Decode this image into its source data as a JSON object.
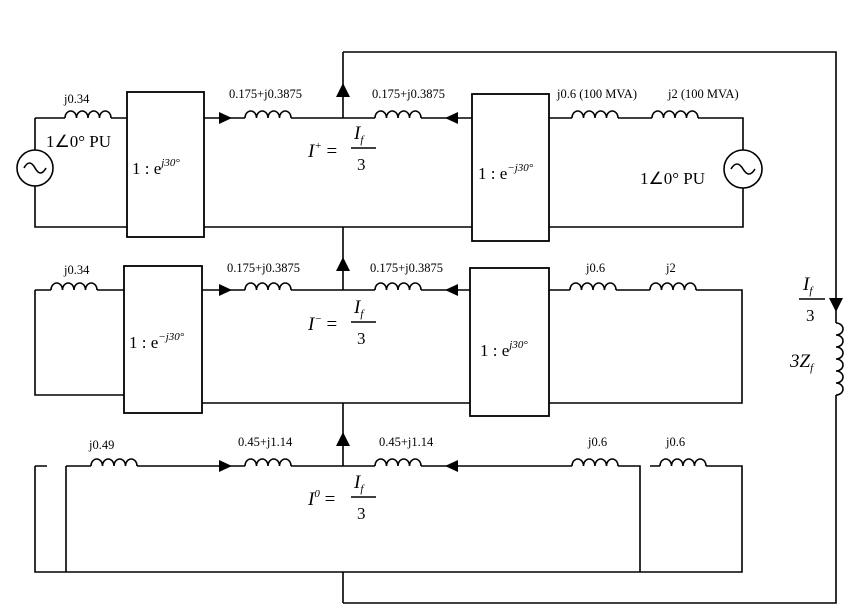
{
  "positive_network": {
    "gen_left": "1∠0° PU",
    "ind_left": "j0.34",
    "transformer_left": {
      "base": "1 : e",
      "exp": "j30°"
    },
    "line_left": "0.175+j0.3875",
    "line_right": "0.175+j0.3875",
    "transformer_right": {
      "base": "1 : e",
      "exp": "−j30°"
    },
    "ind_right_1": "j0.6 (100 MVA)",
    "ind_right_2": "j2 (100 MVA)",
    "gen_right": "1∠0° PU",
    "current": {
      "symbol": "I",
      "sup": "+",
      "num_sym": "I",
      "num_sub": "f",
      "den": "3"
    }
  },
  "negative_network": {
    "ind_left": "j0.34",
    "transformer_left": {
      "base": "1 : e",
      "exp": "−j30°"
    },
    "line_left": "0.175+j0.3875",
    "line_right": "0.175+j0.3875",
    "transformer_right": {
      "base": "1 : e",
      "exp": "j30°"
    },
    "ind_right_1": "j0.6",
    "ind_right_2": "j2",
    "current": {
      "symbol": "I",
      "sup": "−",
      "num_sym": "I",
      "num_sub": "f",
      "den": "3"
    }
  },
  "zero_network": {
    "ind_left": "j0.49",
    "line_left": "0.45+j1.14",
    "line_right": "0.45+j1.14",
    "ind_right_1": "j0.6",
    "ind_right_2": "j0.6",
    "current": {
      "symbol": "I",
      "sup": "0",
      "num_sym": "I",
      "num_sub": "f",
      "den": "3"
    }
  },
  "fault_branch": {
    "current_num_sym": "I",
    "current_num_sub": "f",
    "current_den": "3",
    "impedance_prefix": "3Z",
    "impedance_sub": "f"
  }
}
